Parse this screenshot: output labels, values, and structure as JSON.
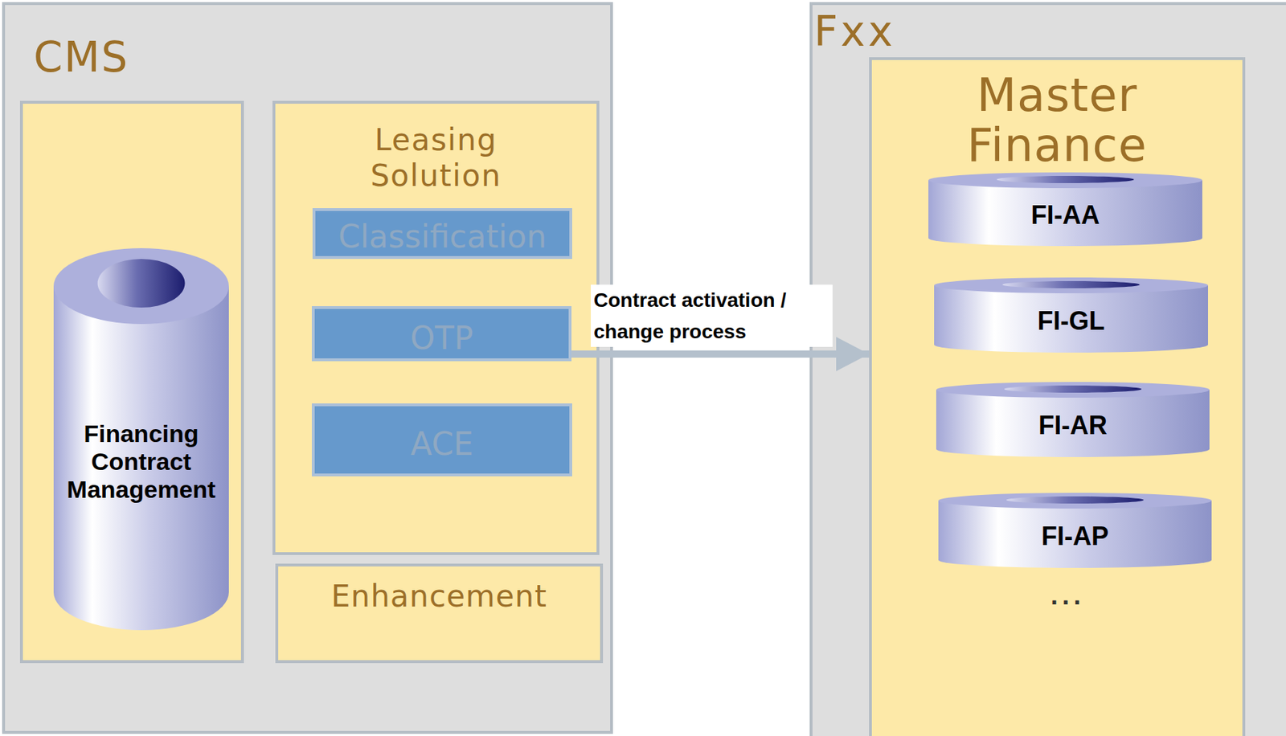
{
  "diagram": {
    "nodes": [
      {
        "text": [
          "CMS"
        ]
      },
      {
        "text": [
          "Financing Contract Management"
        ],
        "in": 0
      },
      {
        "text": [
          "Leasing Solution"
        ],
        "in": 0
      },
      {
        "text": [
          "Classification"
        ],
        "in": 2
      },
      {
        "text": [
          "OTP"
        ],
        "in": 2
      },
      {
        "text": [
          "ACE"
        ],
        "in": 2
      },
      {
        "text": [
          "Enhancement"
        ],
        "in": 0
      },
      {
        "text": [
          "Fxx"
        ]
      },
      {
        "text": [
          "Master Finance"
        ],
        "in": 7
      },
      {
        "text": [
          "FI-AA"
        ],
        "in": 8
      },
      {
        "text": [
          "FI-GL"
        ],
        "in": 8
      },
      {
        "text": [
          "FI-AR"
        ],
        "in": 8
      },
      {
        "text": [
          "FI-AP"
        ],
        "in": 8
      }
    ],
    "edges": [
      {
        "from": 4,
        "to": 8,
        "arrow": "to",
        "label": "Contract activation / change process"
      }
    ],
    "labels": [
      "..."
    ]
  }
}
